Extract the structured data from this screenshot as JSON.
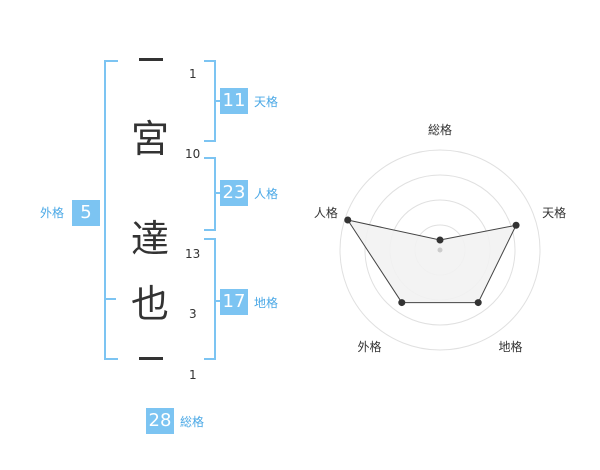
{
  "name": {
    "chars": [
      {
        "char": "一",
        "strokes": "1"
      },
      {
        "char": "宮",
        "strokes": "10"
      },
      {
        "char": "達",
        "strokes": "13"
      },
      {
        "char": "也",
        "strokes": "3"
      },
      {
        "char": "一",
        "strokes": "1"
      }
    ]
  },
  "fortunes": {
    "tenkaku": {
      "value": "11",
      "label": "天格"
    },
    "jinkaku": {
      "value": "23",
      "label": "人格"
    },
    "chikaku": {
      "value": "17",
      "label": "地格"
    },
    "gaikaku": {
      "value": "5",
      "label": "外格"
    },
    "soukaku": {
      "value": "28",
      "label": "総格"
    }
  },
  "colors": {
    "accent": "#7cc4f2",
    "accent_text": "#4aa8e6",
    "text": "#333333",
    "grid": "#e0e0e0",
    "fill": "#f2f2f2"
  },
  "chart_data": {
    "type": "radar",
    "axes": [
      "総格",
      "天格",
      "地格",
      "外格",
      "人格"
    ],
    "values": [
      0.1,
      0.8,
      0.65,
      0.65,
      0.97
    ],
    "range": [
      0,
      1
    ],
    "grid_rings": 4
  }
}
